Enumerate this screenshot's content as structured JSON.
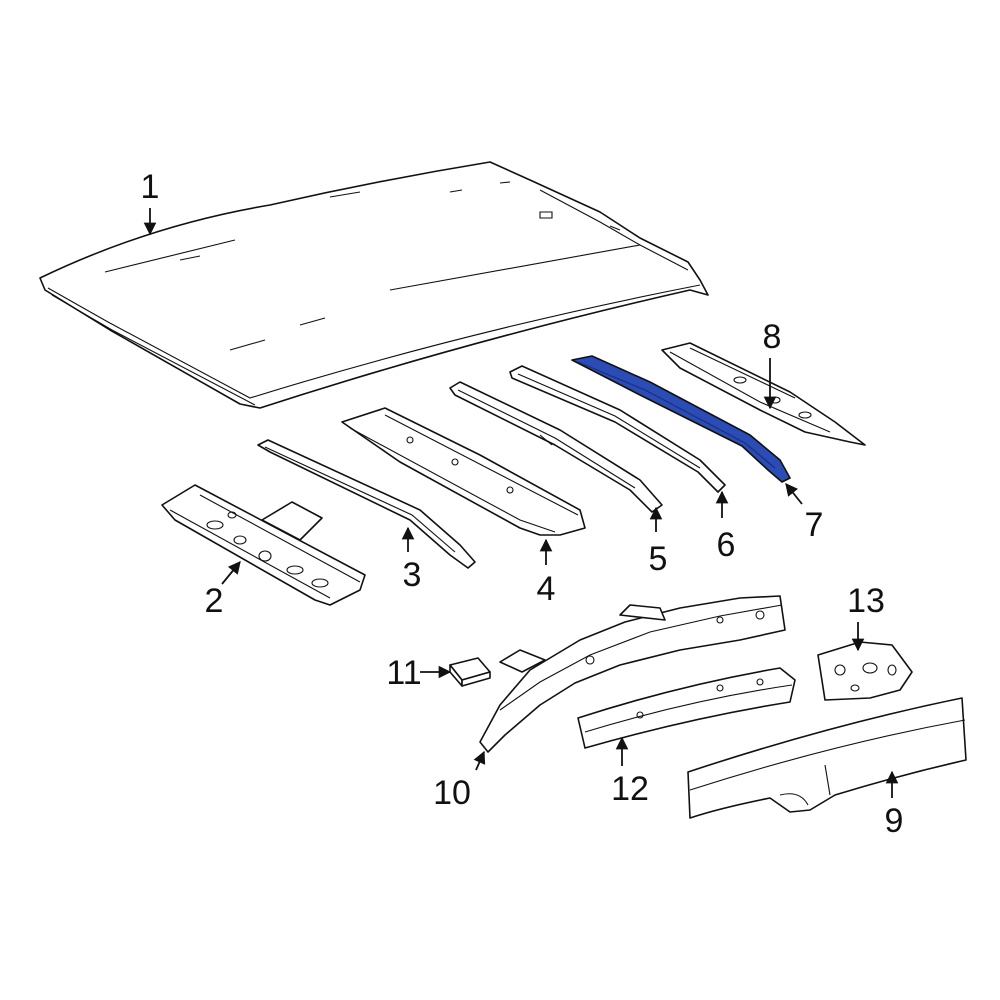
{
  "diagram": {
    "highlight_color": "#2b4bb5",
    "outline_color": "#111111",
    "callouts": [
      {
        "id": "1",
        "label": "1"
      },
      {
        "id": "2",
        "label": "2"
      },
      {
        "id": "3",
        "label": "3"
      },
      {
        "id": "4",
        "label": "4"
      },
      {
        "id": "5",
        "label": "5"
      },
      {
        "id": "6",
        "label": "6"
      },
      {
        "id": "7",
        "label": "7"
      },
      {
        "id": "8",
        "label": "8"
      },
      {
        "id": "9",
        "label": "9"
      },
      {
        "id": "10",
        "label": "10"
      },
      {
        "id": "11",
        "label": "11"
      },
      {
        "id": "12",
        "label": "12"
      },
      {
        "id": "13",
        "label": "13"
      }
    ],
    "highlighted_part": "7"
  }
}
